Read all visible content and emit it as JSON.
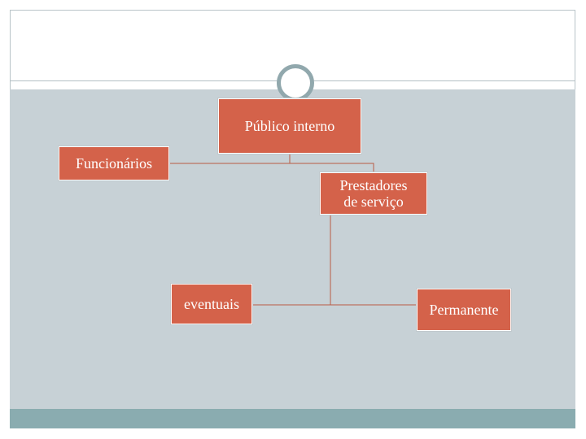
{
  "diagram": {
    "nodes": {
      "publico_interno": "Público interno",
      "funcionarios": "Funcionários",
      "prestadores": "Prestadores\nde serviço",
      "eventuais": "eventuais",
      "permanente": "Permanente"
    },
    "colors": {
      "node_fill": "#d4624a",
      "connector": "#b85a44",
      "panel": "#c7d1d6",
      "footer": "#8aacb0",
      "ornament": "#91a8ad"
    }
  }
}
